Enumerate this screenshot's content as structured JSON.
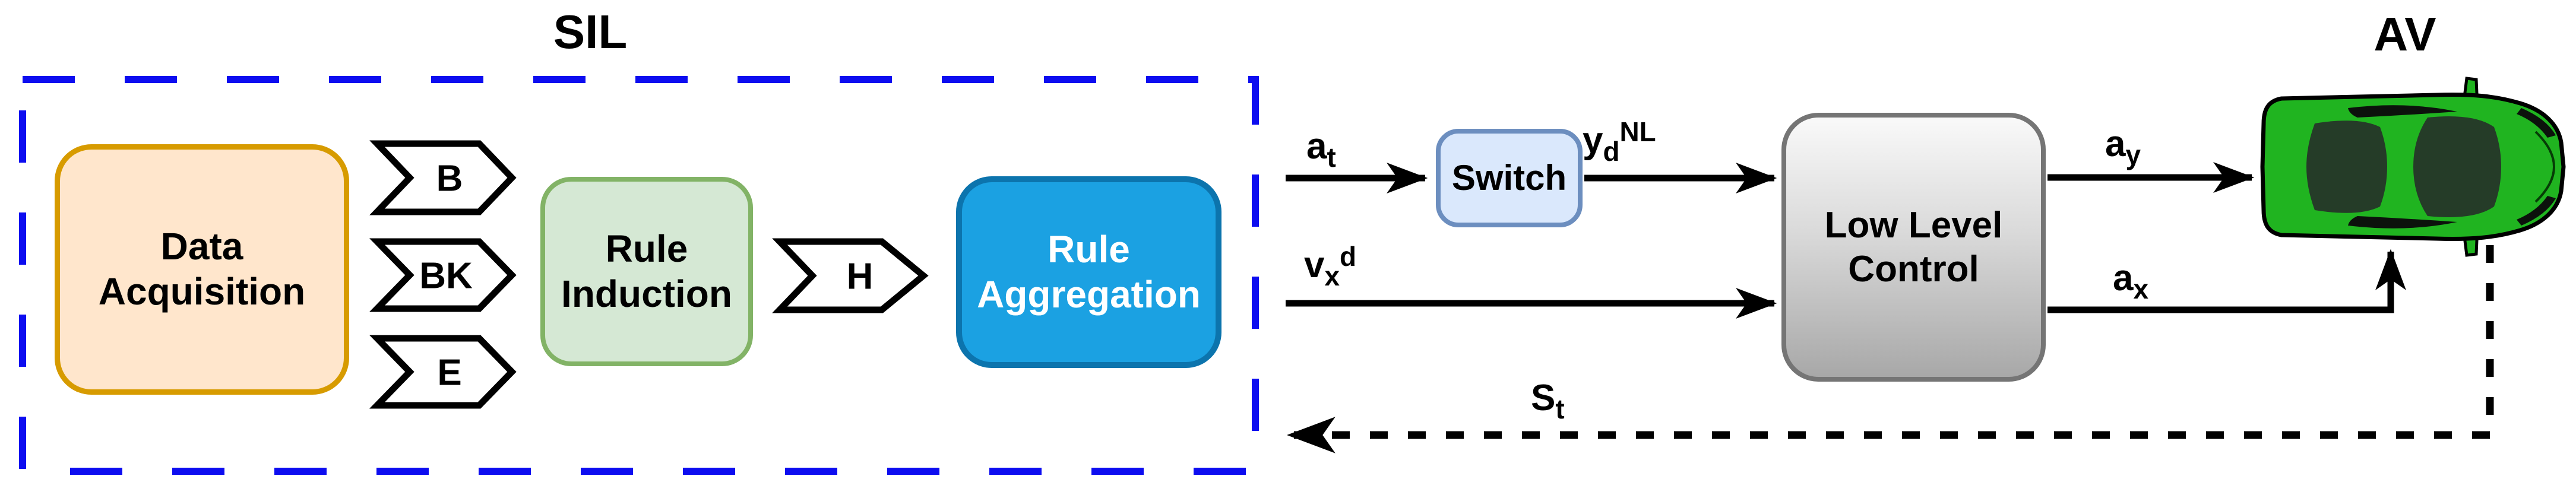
{
  "diagram": {
    "sil_group": {
      "title": "SIL"
    },
    "av_group": {
      "title": "AV"
    },
    "boxes": {
      "data_acquisition": {
        "line1": "Data",
        "line2": "Acquisition"
      },
      "rule_induction": {
        "line1": "Rule",
        "line2": "Induction"
      },
      "rule_aggregation": {
        "line1": "Rule",
        "line2": "Aggregation"
      },
      "switch": {
        "label": "Switch"
      },
      "low_level_control": {
        "line1": "Low Level",
        "line2": "Control"
      }
    },
    "chevrons": {
      "b": "B",
      "bk": "BK",
      "e": "E",
      "h": "H"
    },
    "signals": {
      "a_t": {
        "base": "a",
        "sub": "t"
      },
      "y_d_nl": {
        "base": "y",
        "sub": "d",
        "sup": "NL"
      },
      "v_x_d": {
        "base": "v",
        "sub": "x",
        "sup": "d"
      },
      "a_y": {
        "base": "a",
        "sub": "y"
      },
      "a_x": {
        "base": "a",
        "sub": "x"
      },
      "s_t": {
        "base": "S",
        "sub": "t"
      }
    },
    "colors": {
      "sil_dash_blue": "#0d0df0",
      "data_acquisition_fill": "#ffe6cc",
      "data_acquisition_border": "#d79b00",
      "rule_induction_fill": "#d5e8d4",
      "rule_induction_border": "#82b366",
      "rule_aggregation_fill": "#1ba1e2",
      "rule_aggregation_border": "#0c74ad",
      "switch_fill": "#dae8fc",
      "switch_border": "#6c8ebf",
      "low_level_control_border": "#757575",
      "car_green": "#20b420",
      "arrow_black": "#000000"
    }
  }
}
